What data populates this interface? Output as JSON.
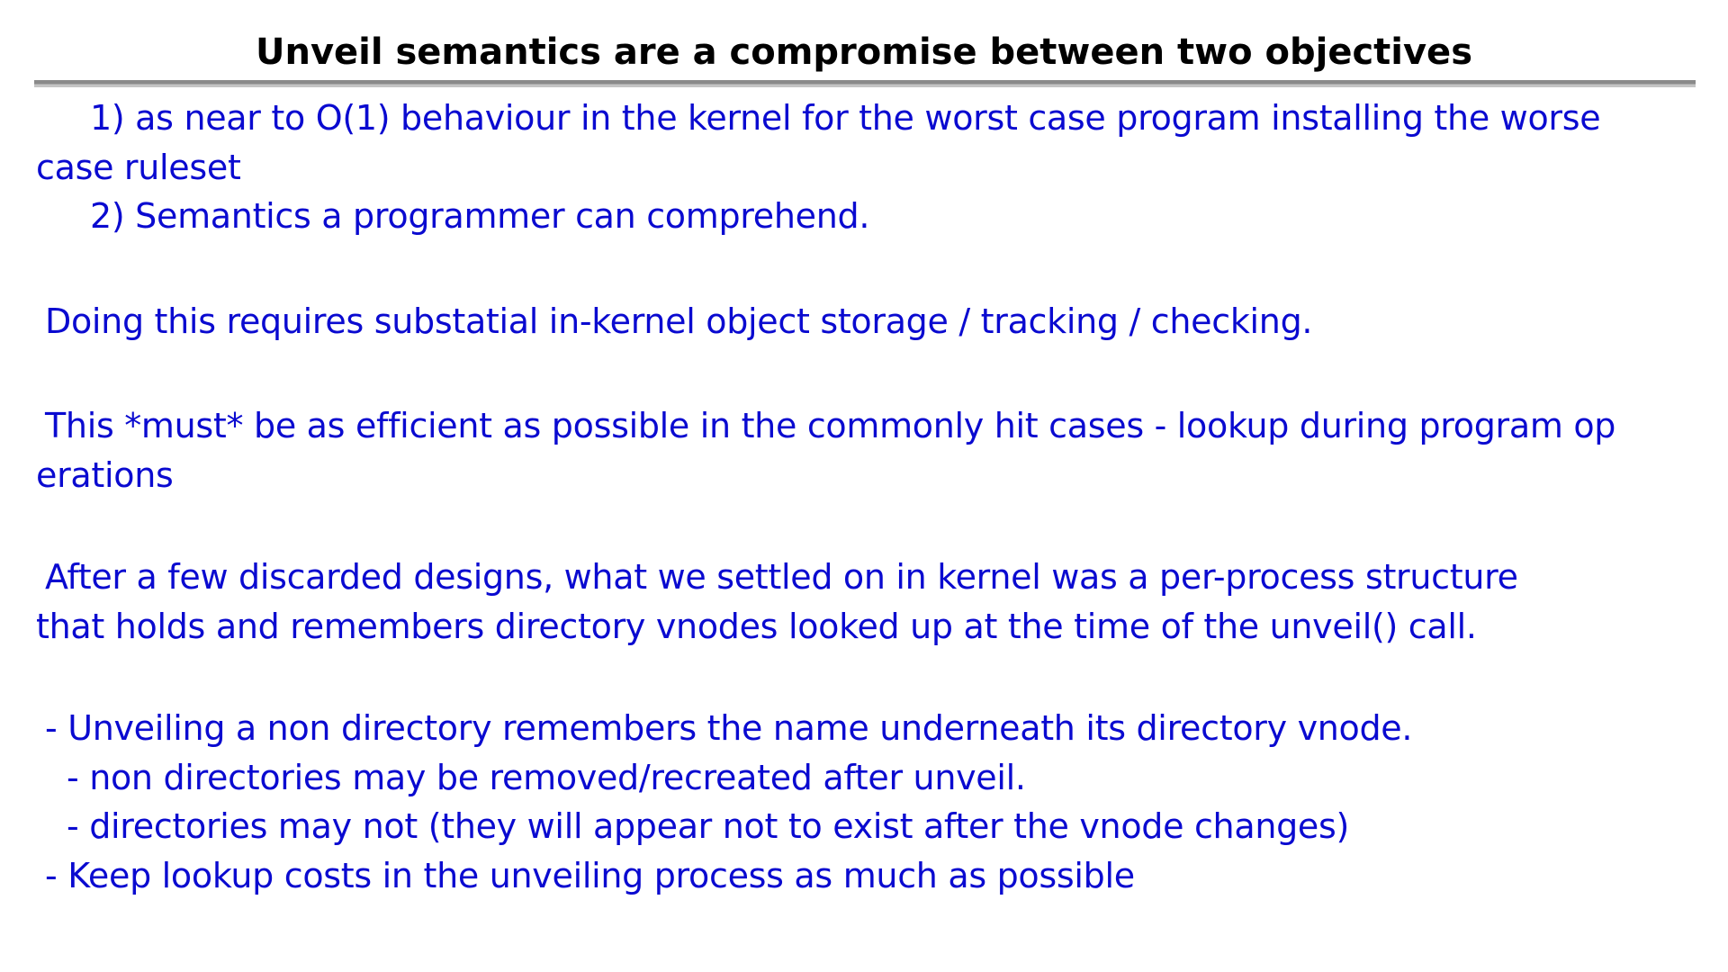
{
  "slide": {
    "title": "Unveil semantics are a compromise between two objectives",
    "paragraphs": {
      "objective_1_a": "1) as near to O(1) behaviour in the kernel for the worst case program installing the worse",
      "objective_1_b": "case ruleset",
      "objective_2": "2) Semantics a programmer can comprehend.",
      "storage": "Doing this requires substatial in-kernel object storage / tracking / checking.",
      "efficient_a": "This *must* be as efficient as possible in the commonly hit cases - lookup during program op",
      "efficient_b": "erations",
      "design_a": "After a few discarded designs, what we settled on in kernel was a per-process structure",
      "design_b": "that holds and remembers directory vnodes looked up at the time of the unveil() call.",
      "bullet_1": "- Unveiling a non directory remembers the name underneath its directory vnode.",
      "bullet_1_sub_1": "- non directories may be removed/recreated after unveil.",
      "bullet_1_sub_2": "- directories may not (they will appear not to exist after the vnode changes)",
      "bullet_2": "- Keep lookup costs in the unveiling process as much as possible"
    }
  },
  "colors": {
    "title_text": "#000000",
    "body_text": "#0a0ad0",
    "rule": "#8a8a8a",
    "background": "#ffffff"
  }
}
